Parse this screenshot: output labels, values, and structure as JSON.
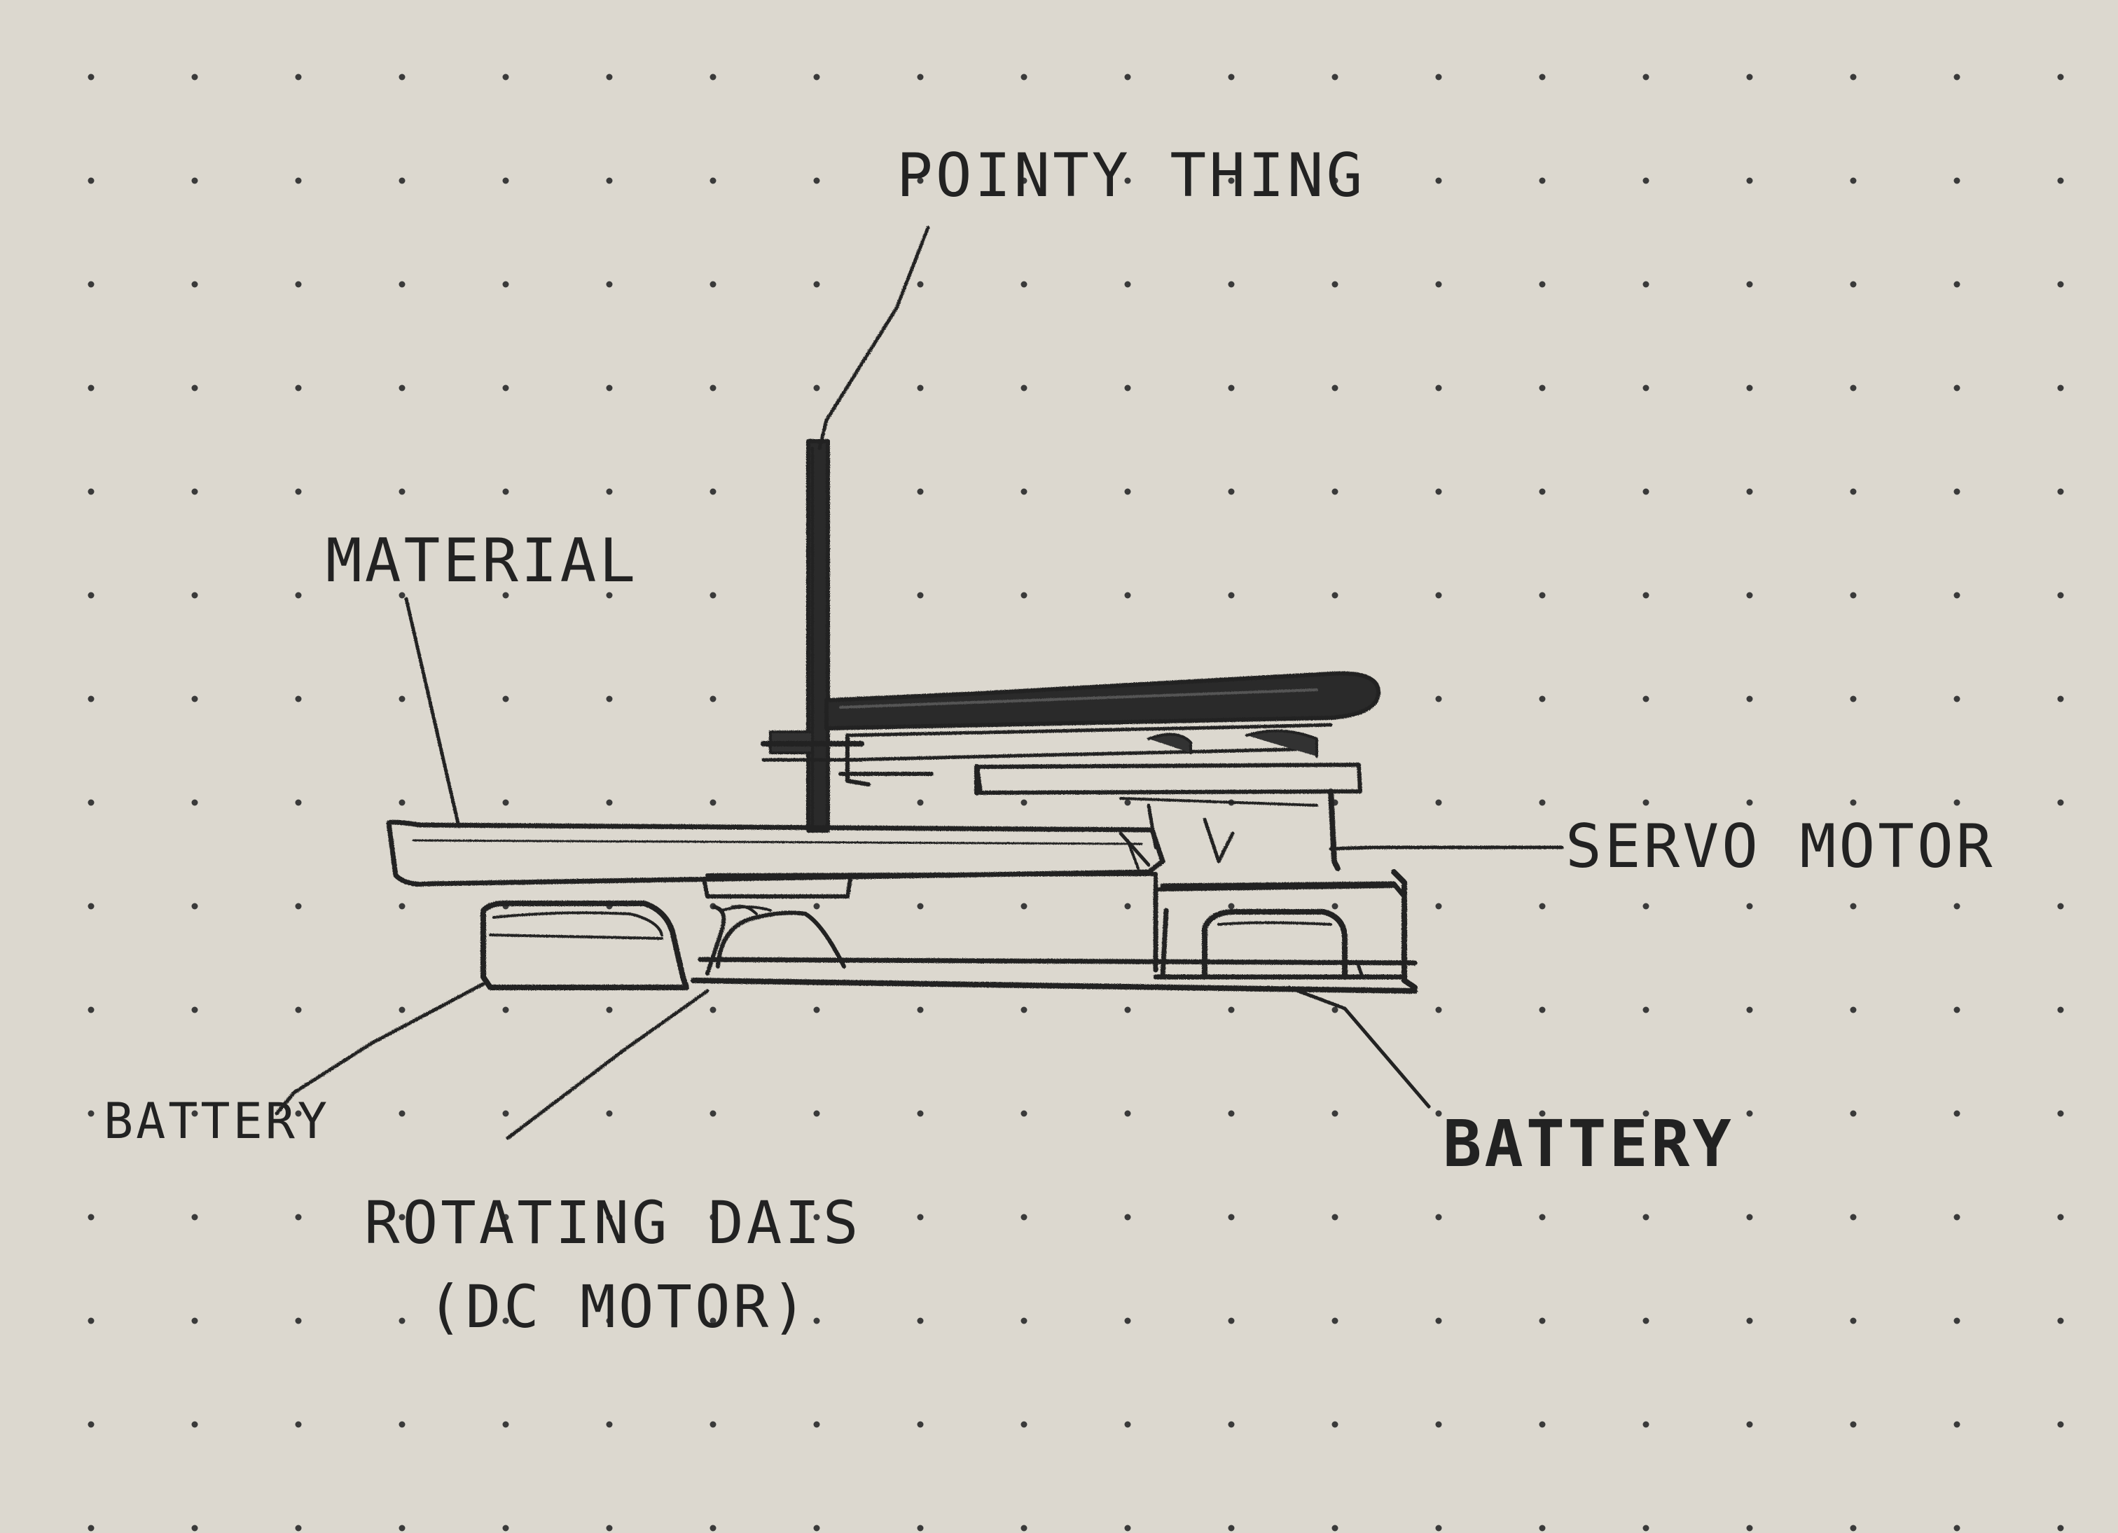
{
  "diagram": {
    "kind": "hand-drawn sketch on dot-grid paper",
    "colors": {
      "paper": "#dcd8cf",
      "pencil": "#222222",
      "dots": "#3a3a3a"
    },
    "labels": {
      "pointy_thing": "POINTY THING",
      "material": "MATERIAL",
      "servo_motor": "SERVO MOTOR",
      "battery_left": "BATTERY",
      "battery_right": "BATTERY",
      "rotating_dais_line1": "ROTATING DAIS",
      "rotating_dais_line2": "(DC MOTOR)"
    }
  }
}
